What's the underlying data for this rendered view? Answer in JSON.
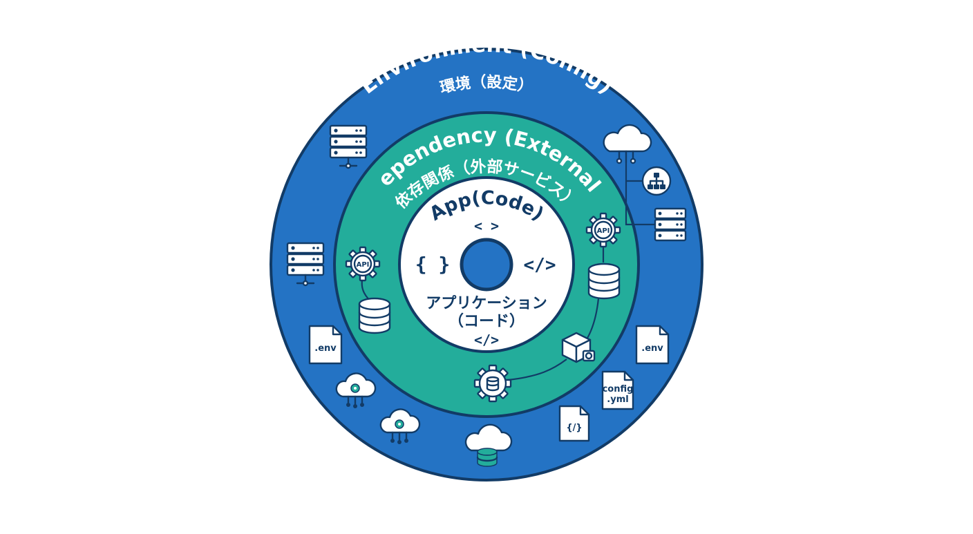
{
  "rings": {
    "environment": {
      "title": "Environment (Config)",
      "subtitle": "環境（設定）",
      "color": "#2473c4"
    },
    "dependency": {
      "title": "Dependency (External)",
      "subtitle": "依存関係（外部サービス）",
      "color": "#23ad9b"
    },
    "app": {
      "title": "App(Code)",
      "top_glyph": "< >",
      "left_glyph": "{ }",
      "right_glyph": "</>",
      "subtitle_1": "アプリケーション",
      "subtitle_2": "（コード）",
      "bottom_glyph": "</>",
      "core_color": "#2473c4"
    }
  },
  "outline_color": "#123b66",
  "icons": {
    "env_file_left": ".env",
    "env_file_right": ".env",
    "config_file_line1": "config",
    "config_file_line2": ".yml",
    "code_file": "{/}",
    "api_label_left": "API",
    "api_label_right": "API"
  }
}
